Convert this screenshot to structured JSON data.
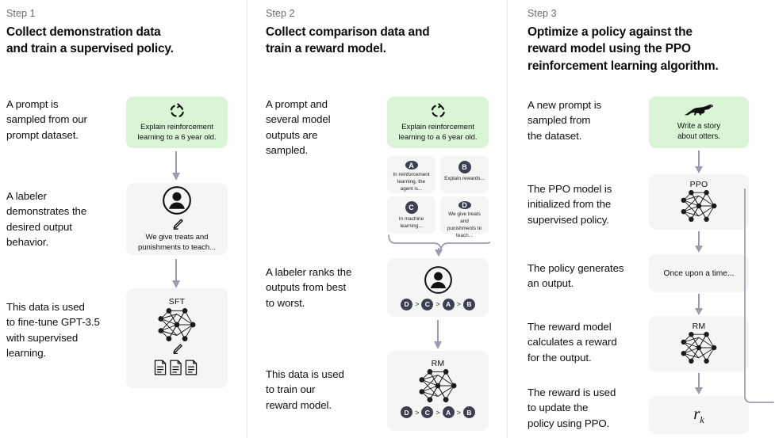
{
  "accent": {
    "green_card": "#d9f5d6",
    "gray_card": "#f5f5f4",
    "badge": "#3b3f51",
    "arrow": "#9b9bb0",
    "divider": "#e6e6e6"
  },
  "columns": [
    {
      "step_label": "Step 1",
      "title": "Collect demonstration data\nand train a supervised policy.",
      "captions": [
        "A prompt is\nsampled from our\nprompt dataset.",
        "A labeler\ndemonstrates the\ndesired output\nbehavior.",
        "This data is used\nto fine-tune GPT-3.5\nwith supervised\nlearning."
      ],
      "cards": [
        {
          "icon": "reload-icon",
          "text": "Explain reinforcement\nlearning to a 6 year old."
        },
        {
          "icon": "person-icon",
          "sub_icon": "pencil-icon",
          "text": "We give treats and\npunishments to teach..."
        },
        {
          "title": "SFT",
          "icon": "neural-net-icon",
          "sub_icon": "pencil-icon",
          "extra_icon": "documents-icon"
        }
      ]
    },
    {
      "step_label": "Step 2",
      "title": "Collect comparison data and\ntrain a reward model.",
      "captions": [
        "A prompt and\nseveral model\noutputs are\nsampled.",
        "A labeler ranks the\noutputs from best\nto worst.",
        "This data is used\nto train our\nreward model."
      ],
      "cards": [
        {
          "icon": "reload-icon",
          "text": "Explain reinforcement\nlearning to a 6 year old."
        },
        {
          "icon": "person-icon",
          "ranking": [
            "D",
            "C",
            "A",
            "B"
          ]
        },
        {
          "title": "RM",
          "icon": "neural-net-icon",
          "ranking": [
            "D",
            "C",
            "A",
            "B"
          ]
        }
      ],
      "options": [
        {
          "badge": "A",
          "text": "In reinforcement\nlearning, the\nagent is..."
        },
        {
          "badge": "B",
          "text": "Explain rewards..."
        },
        {
          "badge": "C",
          "text": "In machine\nlearning..."
        },
        {
          "badge": "D",
          "text": "We give treats and\npunishments to\nteach..."
        }
      ]
    },
    {
      "step_label": "Step 3",
      "title": "Optimize a policy against the\nreward model using the PPO\nreinforcement learning algorithm.",
      "captions": [
        "A new prompt is\nsampled from\nthe dataset.",
        "The PPO model is\ninitialized from the\nsupervised policy.",
        "The policy generates\nan output.",
        "The reward model\ncalculates a reward\nfor the output.",
        "The reward is used\nto update the\npolicy using PPO."
      ],
      "cards": [
        {
          "icon": "otter-icon",
          "text": "Write a story\nabout otters."
        },
        {
          "title": "PPO",
          "icon": "neural-net-icon"
        },
        {
          "text": "Once upon a time..."
        },
        {
          "title": "RM",
          "icon": "neural-net-icon"
        },
        {
          "formula": "r",
          "formula_sub": "k"
        }
      ]
    }
  ]
}
